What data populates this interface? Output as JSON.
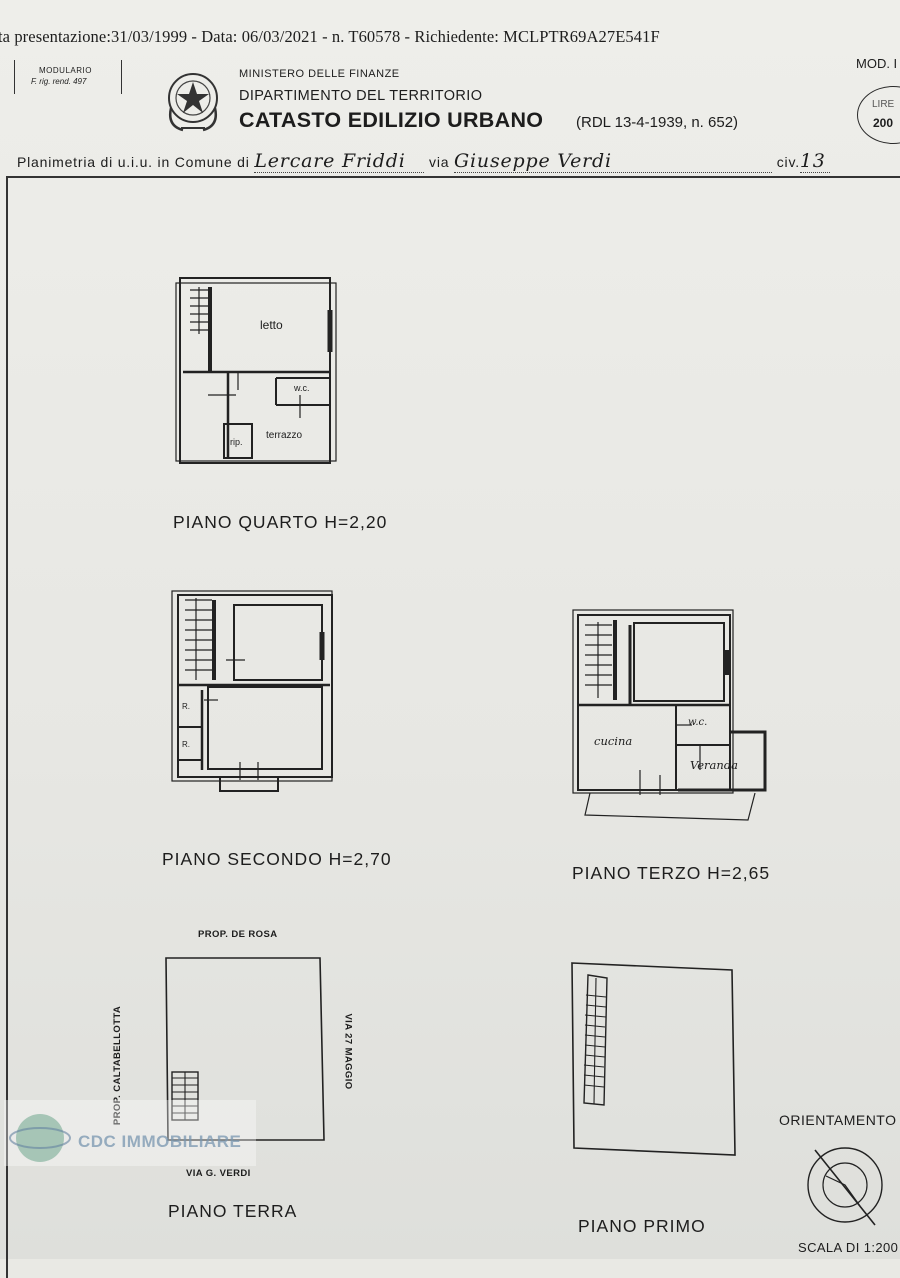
{
  "header": {
    "stamp_line": "ta presentazione:31/03/1999 - Data: 06/03/2021 - n. T60578 - Richiedente: MCLPTR69A27E541F",
    "modulario_label": "MODULARIO",
    "modulario_sub": "F. rig. rend. 497",
    "ministry": "MINISTERO DELLE FINANZE",
    "department": "DIPARTIMENTO DEL TERRITORIO",
    "title": "CATASTO EDILIZIO URBANO",
    "title_ref": "(RDL 13-4-1939, n. 652)",
    "mod_label": "MOD. I",
    "lire_label": "LIRE",
    "lire_value": "200"
  },
  "planimetria": {
    "prefix": "Planimetria di u.i.u. in Comune di",
    "comune": "Lercare Friddi",
    "via_label": "via",
    "via": "Giuseppe Verdi",
    "civ_label": "civ.",
    "civ": "13"
  },
  "plans": {
    "quarto": {
      "label": "PIANO QUARTO H=2,20",
      "rooms": {
        "letto": "letto",
        "wc": "w.c.",
        "terrazzo": "terrazzo",
        "rip": "rip."
      }
    },
    "secondo": {
      "label": "PIANO SECONDO H=2,70",
      "rooms": {
        "r1": "R.",
        "r2": "R."
      }
    },
    "terzo": {
      "label": "PIANO TERZO H=2,65",
      "rooms": {
        "cucina": "cucina",
        "wc": "w.c.",
        "veranda": "Veranda"
      }
    },
    "terra": {
      "label": "PIANO TERRA",
      "north": "PROP. DE ROSA",
      "east": "VIA 27 MAGGIO",
      "west": "PROP. CALTABELLOTTA",
      "south": "VIA G. VERDI"
    },
    "primo": {
      "label": "PIANO PRIMO"
    }
  },
  "footer": {
    "orientamento": "ORIENTAMENTO",
    "scala": "SCALA DI 1:200",
    "watermark": "CDC IMMOBILIARE"
  }
}
